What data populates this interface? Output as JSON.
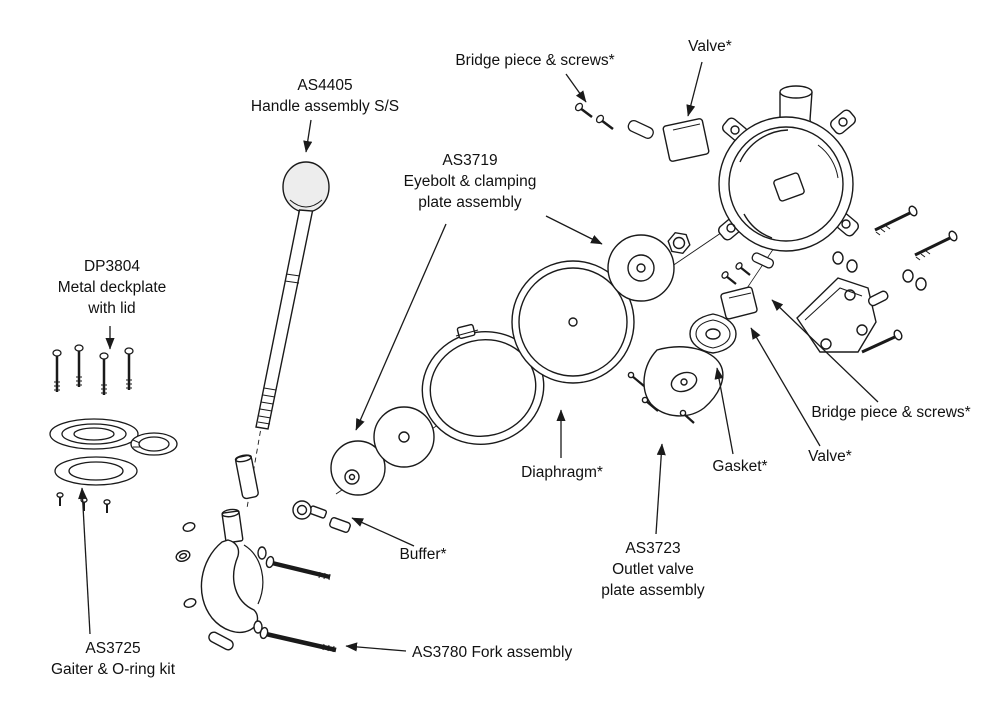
{
  "figure": {
    "type": "exploded-parts-diagram",
    "background": "#ffffff",
    "line_color": "#1a1a1a"
  },
  "labels": {
    "handle": {
      "line1": "AS4405",
      "line2": "Handle assembly S/S"
    },
    "bridge_top": {
      "line1": "Bridge piece & screws*"
    },
    "valve_top": {
      "line1": "Valve*"
    },
    "eyebolt": {
      "line1": "AS3719",
      "line2": "Eyebolt & clamping",
      "line3": "plate assembly"
    },
    "deckplate": {
      "line1": "DP3804",
      "line2": "Metal deckplate",
      "line3": "with lid"
    },
    "diaphragm": {
      "line1": "Diaphragm*"
    },
    "gasket": {
      "line1": "Gasket*"
    },
    "valve_right": {
      "line1": "Valve*"
    },
    "bridge_right": {
      "line1": "Bridge piece & screws*"
    },
    "buffer": {
      "line1": "Buffer*"
    },
    "outlet_valve": {
      "line1": "AS3723",
      "line2": "Outlet valve",
      "line3": "plate assembly"
    },
    "fork": {
      "line1": "AS3780 Fork assembly"
    },
    "gaiter": {
      "line1": "AS3725",
      "line2": "Gaiter & O-ring kit"
    }
  }
}
